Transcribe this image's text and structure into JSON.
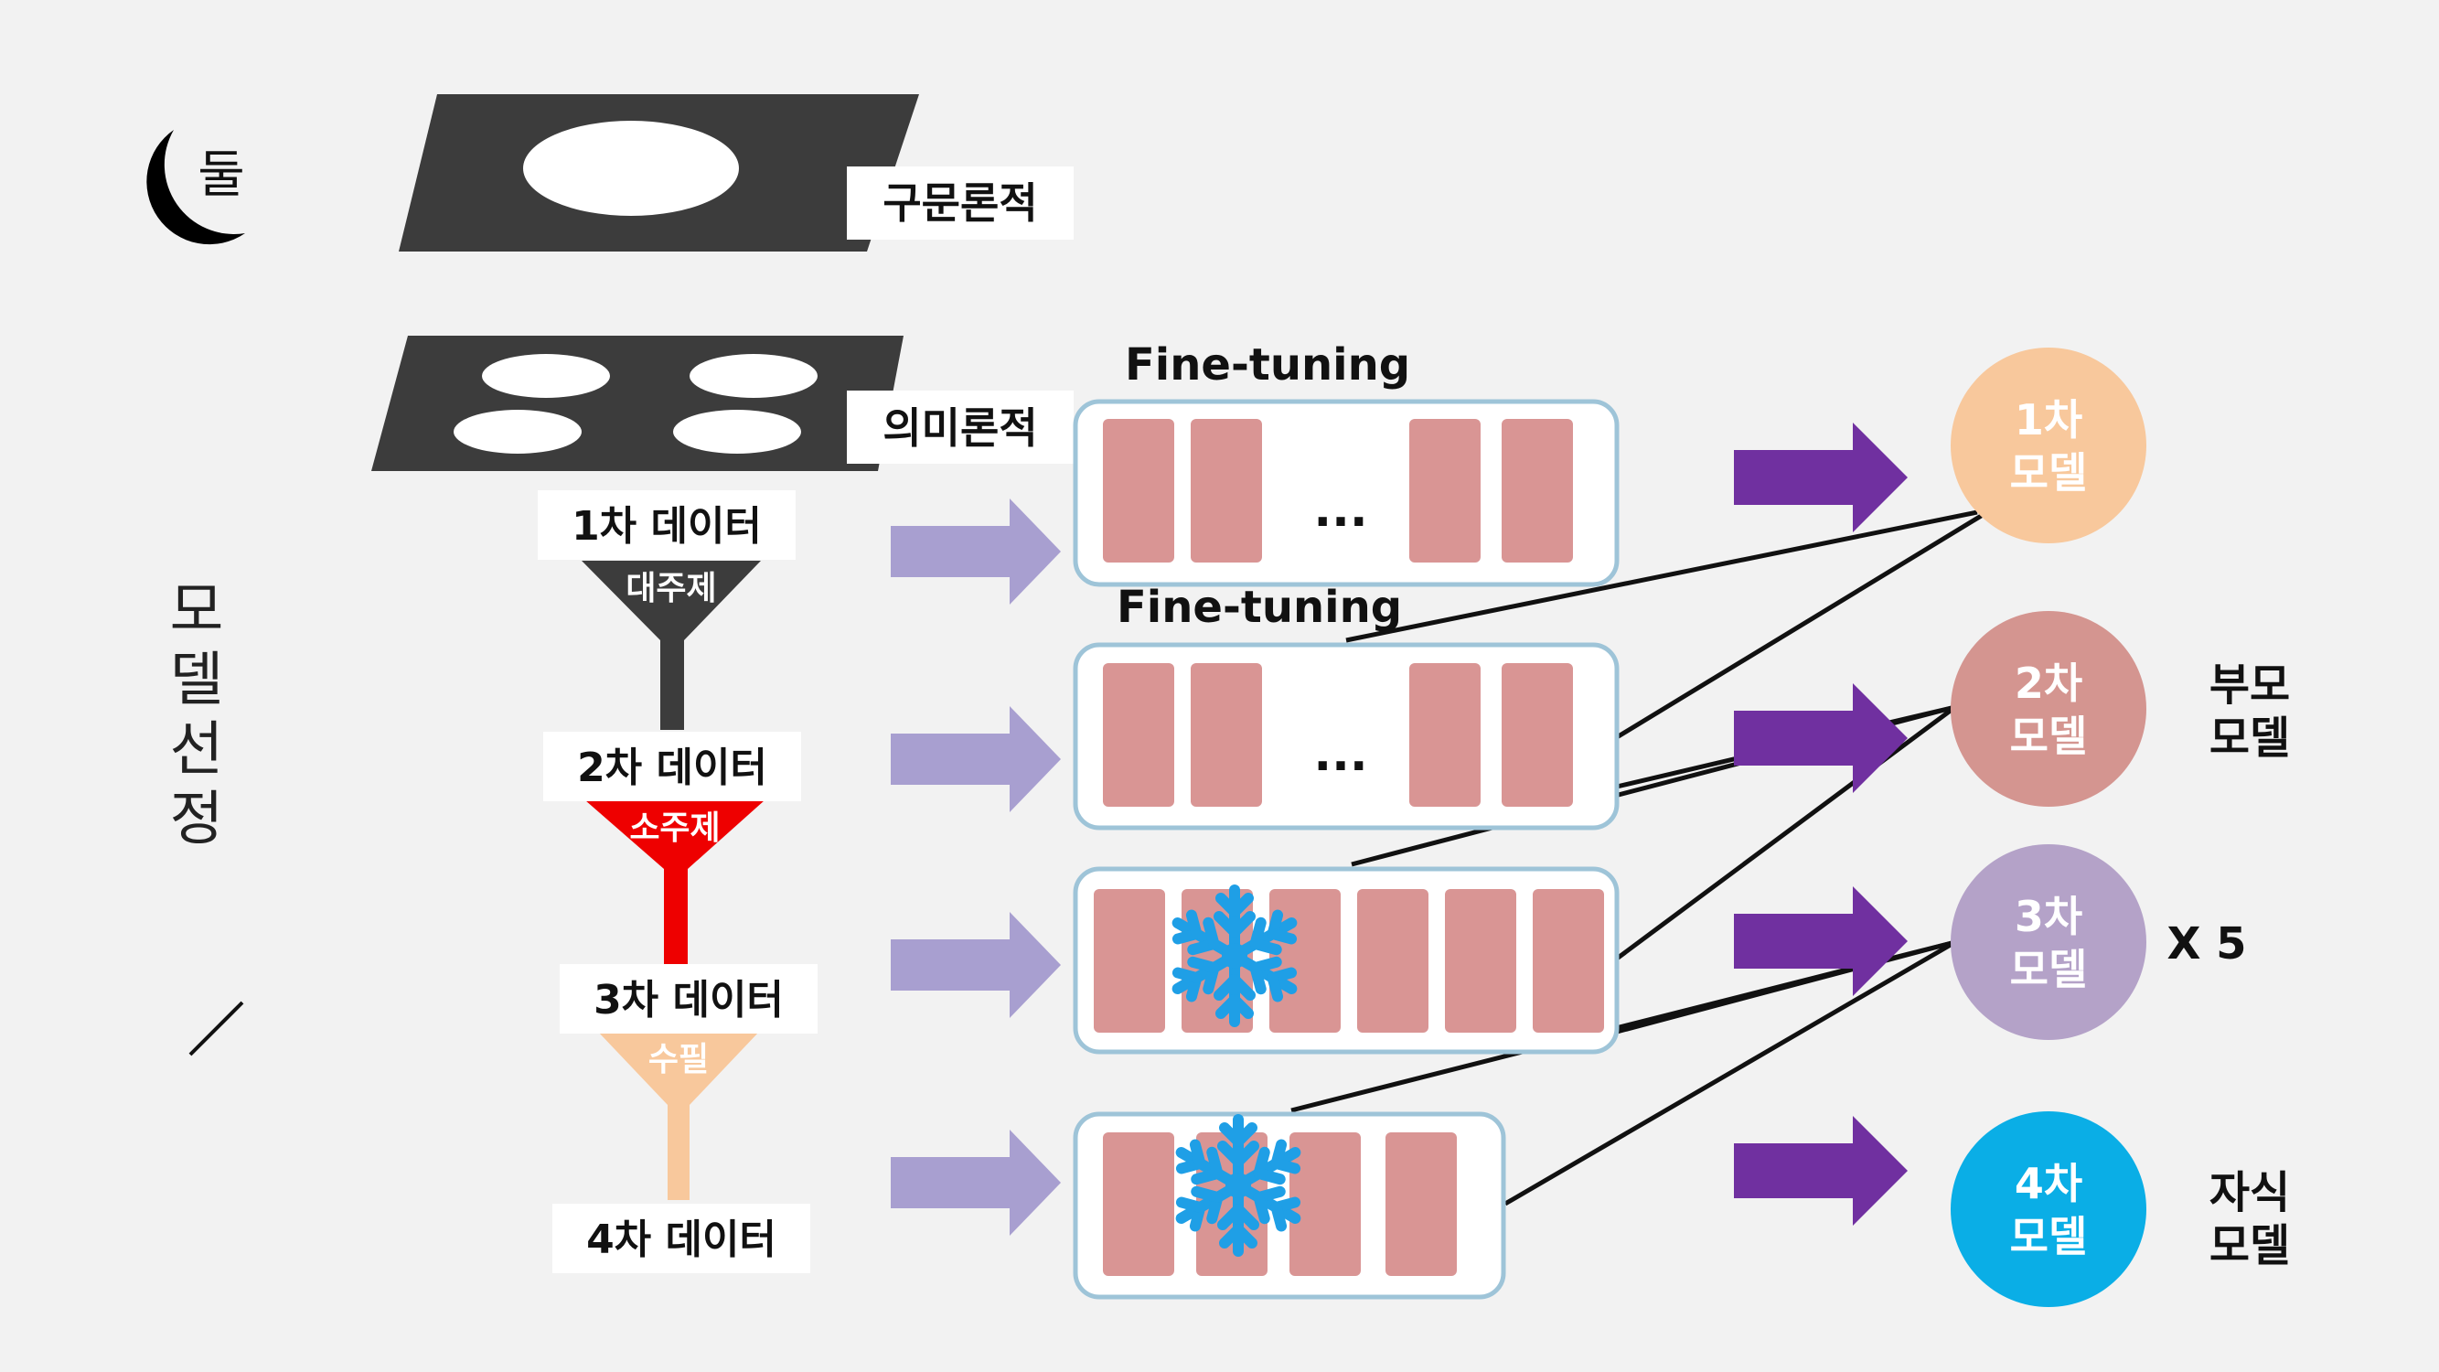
{
  "brand": {
    "text": "둘"
  },
  "layers": {
    "syntactic": "구문론적",
    "semantic": "의미론적"
  },
  "side_title": "모\n델\n선\n정",
  "data_steps": [
    "1차 데이터",
    "2차 데이터",
    "3차 데이터",
    "4차 데이터"
  ],
  "funnels": [
    "대주제",
    "소주제",
    "수필"
  ],
  "fine_tuning": [
    "Fine-tuning",
    "Fine-tuning"
  ],
  "ellipsis": "...",
  "models": [
    {
      "line1": "1차",
      "line2": "모델",
      "color": "#f8c89c"
    },
    {
      "line1": "2차",
      "line2": "모델",
      "color": "#d49590"
    },
    {
      "line1": "3차",
      "line2": "모델",
      "color": "#b4a2c8"
    },
    {
      "line1": "4차",
      "line2": "모델",
      "color": "#0aaee6"
    }
  ],
  "right_labels": {
    "parent": {
      "line1": "부모",
      "line2": "모델"
    },
    "times": "X 5",
    "child": {
      "line1": "자식",
      "line2": "모델"
    }
  },
  "colors": {
    "dark": "#3c3c3c",
    "red": "#ee0000",
    "peach": "#f8c89c",
    "block": "#d99594",
    "frame": "#9ec4d8",
    "arrow_light": "#a89fd0",
    "arrow_dark": "#7030a0",
    "snow": "#1f9fe6"
  }
}
